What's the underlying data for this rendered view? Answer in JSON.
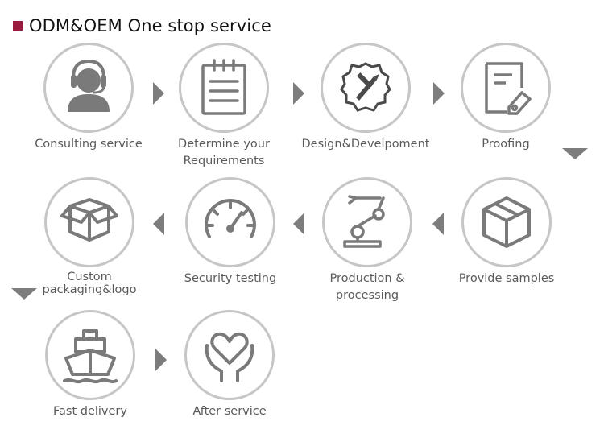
{
  "header": {
    "title": "ODM&OEM One stop service",
    "square_color": "#9b1c3f"
  },
  "colors": {
    "icon": "#7a7a7a",
    "circle_border": "#c6c6c6",
    "arrow": "#7d7d7d",
    "label": "#5a5a5a"
  },
  "steps": [
    {
      "icon": "headset-person-icon",
      "label1": "Consulting service",
      "label2": ""
    },
    {
      "icon": "clipboard-icon",
      "label1": "Determine your",
      "label2": "Requirements"
    },
    {
      "icon": "design-gear-icon",
      "label1": "Design&Develpoment",
      "label2": ""
    },
    {
      "icon": "proofing-document-icon",
      "label1": "Proofing",
      "label2": ""
    },
    {
      "icon": "sample-box-icon",
      "label1": "Provide samples",
      "label2": ""
    },
    {
      "icon": "robot-arm-icon",
      "label1": "Production &",
      "label2": "processing"
    },
    {
      "icon": "speedometer-icon",
      "label1": "Security testing",
      "label2": ""
    },
    {
      "icon": "open-box-icon",
      "label1": "Custom",
      "label2": "packaging&logo"
    },
    {
      "icon": "ship-icon",
      "label1": "Fast delivery",
      "label2": ""
    },
    {
      "icon": "heart-hands-icon",
      "label1": "After service",
      "label2": ""
    }
  ]
}
